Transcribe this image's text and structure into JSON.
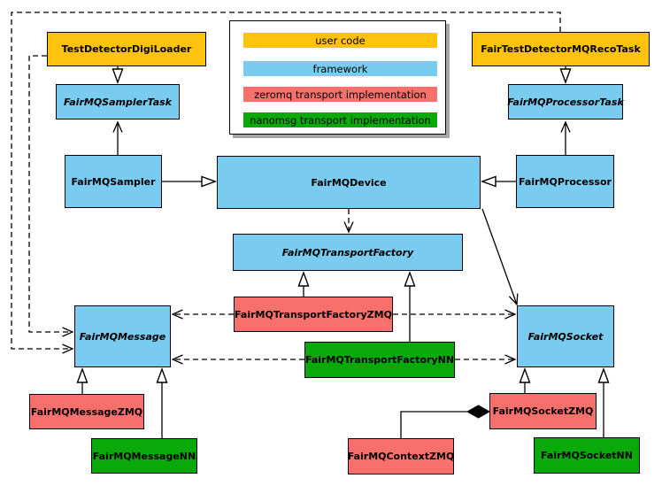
{
  "palette": {
    "user_code": "#FFC20E",
    "framework": "#79CCF0",
    "zeromq": "#F8706C",
    "nanomsg": "#08A908",
    "line": "#000000",
    "background": "#FFFFFF",
    "legend_shadow": "#A6A6A6"
  },
  "legend": {
    "items": [
      {
        "label": "user code",
        "color": "#FFC20E"
      },
      {
        "label": "framework",
        "color": "#79CCF0"
      },
      {
        "label": "zeromq transport implementation",
        "color": "#F8706C"
      },
      {
        "label": "nanomsg transport implementation",
        "color": "#08A908"
      }
    ]
  },
  "nodes": {
    "test_detector_digi_loader": {
      "label": "TestDetectorDigiLoader",
      "category": "user code",
      "abstract": false
    },
    "fair_test_detector_mq_reco_task": {
      "label": "FairTestDetectorMQRecoTask",
      "category": "user code",
      "abstract": false
    },
    "fairmq_sampler_task": {
      "label": "FairMQSamplerTask",
      "category": "framework",
      "abstract": true
    },
    "fairmq_processor_task": {
      "label": "FairMQProcessorTask",
      "category": "framework",
      "abstract": true
    },
    "fairmq_sampler": {
      "label": "FairMQSampler",
      "category": "framework",
      "abstract": false
    },
    "fairmq_device": {
      "label": "FairMQDevice",
      "category": "framework",
      "abstract": false
    },
    "fairmq_processor": {
      "label": "FairMQProcessor",
      "category": "framework",
      "abstract": false
    },
    "fairmq_transport_factory": {
      "label": "FairMQTransportFactory",
      "category": "framework",
      "abstract": true
    },
    "fairmq_transport_factory_zmq": {
      "label": "FairMQTransportFactoryZMQ",
      "category": "zeromq",
      "abstract": false
    },
    "fairmq_transport_factory_nn": {
      "label": "FairMQTransportFactoryNN",
      "category": "nanomsg",
      "abstract": false
    },
    "fairmq_message": {
      "label": "FairMQMessage",
      "category": "framework",
      "abstract": true
    },
    "fairmq_socket": {
      "label": "FairMQSocket",
      "category": "framework",
      "abstract": true
    },
    "fairmq_message_zmq": {
      "label": "FairMQMessageZMQ",
      "category": "zeromq",
      "abstract": false
    },
    "fairmq_message_nn": {
      "label": "FairMQMessageNN",
      "category": "nanomsg",
      "abstract": false
    },
    "fairmq_socket_zmq": {
      "label": "FairMQSocketZMQ",
      "category": "zeromq",
      "abstract": false
    },
    "fairmq_context_zmq": {
      "label": "FairMQContextZMQ",
      "category": "zeromq",
      "abstract": false
    },
    "fairmq_socket_nn": {
      "label": "FairMQSocketNN",
      "category": "nanomsg",
      "abstract": false
    }
  },
  "relationships": [
    {
      "from": "TestDetectorDigiLoader",
      "to": "FairMQSamplerTask",
      "type": "inheritance"
    },
    {
      "from": "FairTestDetectorMQRecoTask",
      "to": "FairMQProcessorTask",
      "type": "inheritance"
    },
    {
      "from": "FairMQSampler",
      "to": "FairMQSamplerTask",
      "type": "association"
    },
    {
      "from": "FairMQProcessor",
      "to": "FairMQProcessorTask",
      "type": "association"
    },
    {
      "from": "FairMQSampler",
      "to": "FairMQDevice",
      "type": "inheritance"
    },
    {
      "from": "FairMQProcessor",
      "to": "FairMQDevice",
      "type": "inheritance"
    },
    {
      "from": "FairMQDevice",
      "to": "FairMQTransportFactory",
      "type": "dependency"
    },
    {
      "from": "FairMQDevice",
      "to": "FairMQSocket",
      "type": "association"
    },
    {
      "from": "FairMQTransportFactoryZMQ",
      "to": "FairMQTransportFactory",
      "type": "inheritance"
    },
    {
      "from": "FairMQTransportFactoryNN",
      "to": "FairMQTransportFactory",
      "type": "inheritance"
    },
    {
      "from": "FairMQTransportFactoryZMQ",
      "to": "FairMQMessage",
      "type": "dependency"
    },
    {
      "from": "FairMQTransportFactoryZMQ",
      "to": "FairMQSocket",
      "type": "dependency"
    },
    {
      "from": "FairMQTransportFactoryNN",
      "to": "FairMQMessage",
      "type": "dependency"
    },
    {
      "from": "FairMQTransportFactoryNN",
      "to": "FairMQSocket",
      "type": "dependency"
    },
    {
      "from": "TestDetectorDigiLoader",
      "to": "FairMQMessage",
      "type": "dependency"
    },
    {
      "from": "FairTestDetectorMQRecoTask",
      "to": "FairMQMessage",
      "type": "dependency"
    },
    {
      "from": "FairMQMessageZMQ",
      "to": "FairMQMessage",
      "type": "inheritance"
    },
    {
      "from": "FairMQMessageNN",
      "to": "FairMQMessage",
      "type": "inheritance"
    },
    {
      "from": "FairMQSocketZMQ",
      "to": "FairMQSocket",
      "type": "inheritance"
    },
    {
      "from": "FairMQSocketNN",
      "to": "FairMQSocket",
      "type": "inheritance"
    },
    {
      "from": "FairMQSocketZMQ",
      "to": "FairMQContextZMQ",
      "type": "composition"
    }
  ]
}
